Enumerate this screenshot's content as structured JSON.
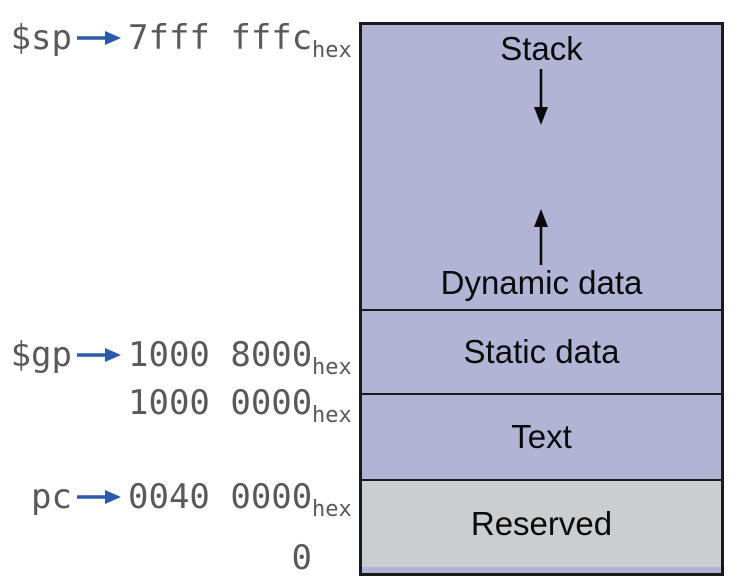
{
  "colors": {
    "segment-fill": "#b2b4d5",
    "reserved-fill": "#cccdcf",
    "border-color": "#1a1a1e",
    "address-color": "#58595b",
    "arrow-blue": "#2b5aa7",
    "label-color": "#0a0a0a"
  },
  "pointers": [
    {
      "register": "$sp",
      "address": "7fff fffc",
      "subscript": "hex"
    },
    {
      "register": "$gp",
      "address": "1000 8000",
      "subscript": "hex"
    },
    {
      "register": "",
      "address": "1000 0000",
      "subscript": "hex"
    },
    {
      "register": "pc",
      "address": "0040 0000",
      "subscript": "hex"
    },
    {
      "register": "",
      "address": "0",
      "subscript": ""
    }
  ],
  "segments": {
    "stack_label": "Stack",
    "dynamic_label": "Dynamic data",
    "static_label": "Static data",
    "text_label": "Text",
    "reserved_label": "Reserved"
  }
}
